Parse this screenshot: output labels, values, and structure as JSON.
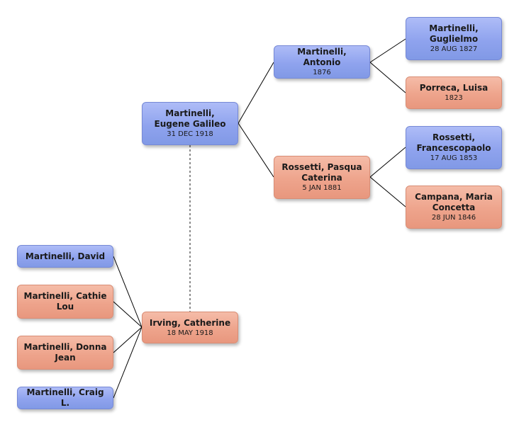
{
  "people": {
    "eugene": {
      "name": "Martinelli, Eugene Galileo",
      "date": "31 DEC 1918",
      "gender": "male"
    },
    "antonio": {
      "name": "Martinelli, Antonio",
      "date": "1876",
      "gender": "male"
    },
    "pasqua": {
      "name": "Rossetti, Pasqua Caterina",
      "date": "5 JAN 1881",
      "gender": "female"
    },
    "guglielmo": {
      "name": "Martinelli, Guglielmo",
      "date": "28 AUG 1827",
      "gender": "male"
    },
    "luisa": {
      "name": "Porreca, Luisa",
      "date": "1823",
      "gender": "female"
    },
    "francesco": {
      "name": "Rossetti, Francescopaolo",
      "date": "17 AUG 1853",
      "gender": "male"
    },
    "maria": {
      "name": "Campana, Maria Concetta",
      "date": "28 JUN 1846",
      "gender": "female"
    },
    "catherine": {
      "name": "Irving, Catherine",
      "date": "18 MAY 1918",
      "gender": "female"
    },
    "david": {
      "name": "Martinelli, David",
      "date": "",
      "gender": "male"
    },
    "cathie": {
      "name": "Martinelli, Cathie Lou",
      "date": "",
      "gender": "female"
    },
    "donna": {
      "name": "Martinelli, Donna Jean",
      "date": "",
      "gender": "female"
    },
    "craig": {
      "name": "Martinelli, Craig L.",
      "date": "",
      "gender": "male"
    }
  },
  "colors": {
    "male": "#8fa3ee",
    "female": "#eea48c",
    "line": "#000000",
    "spouse_line": "#666666"
  }
}
